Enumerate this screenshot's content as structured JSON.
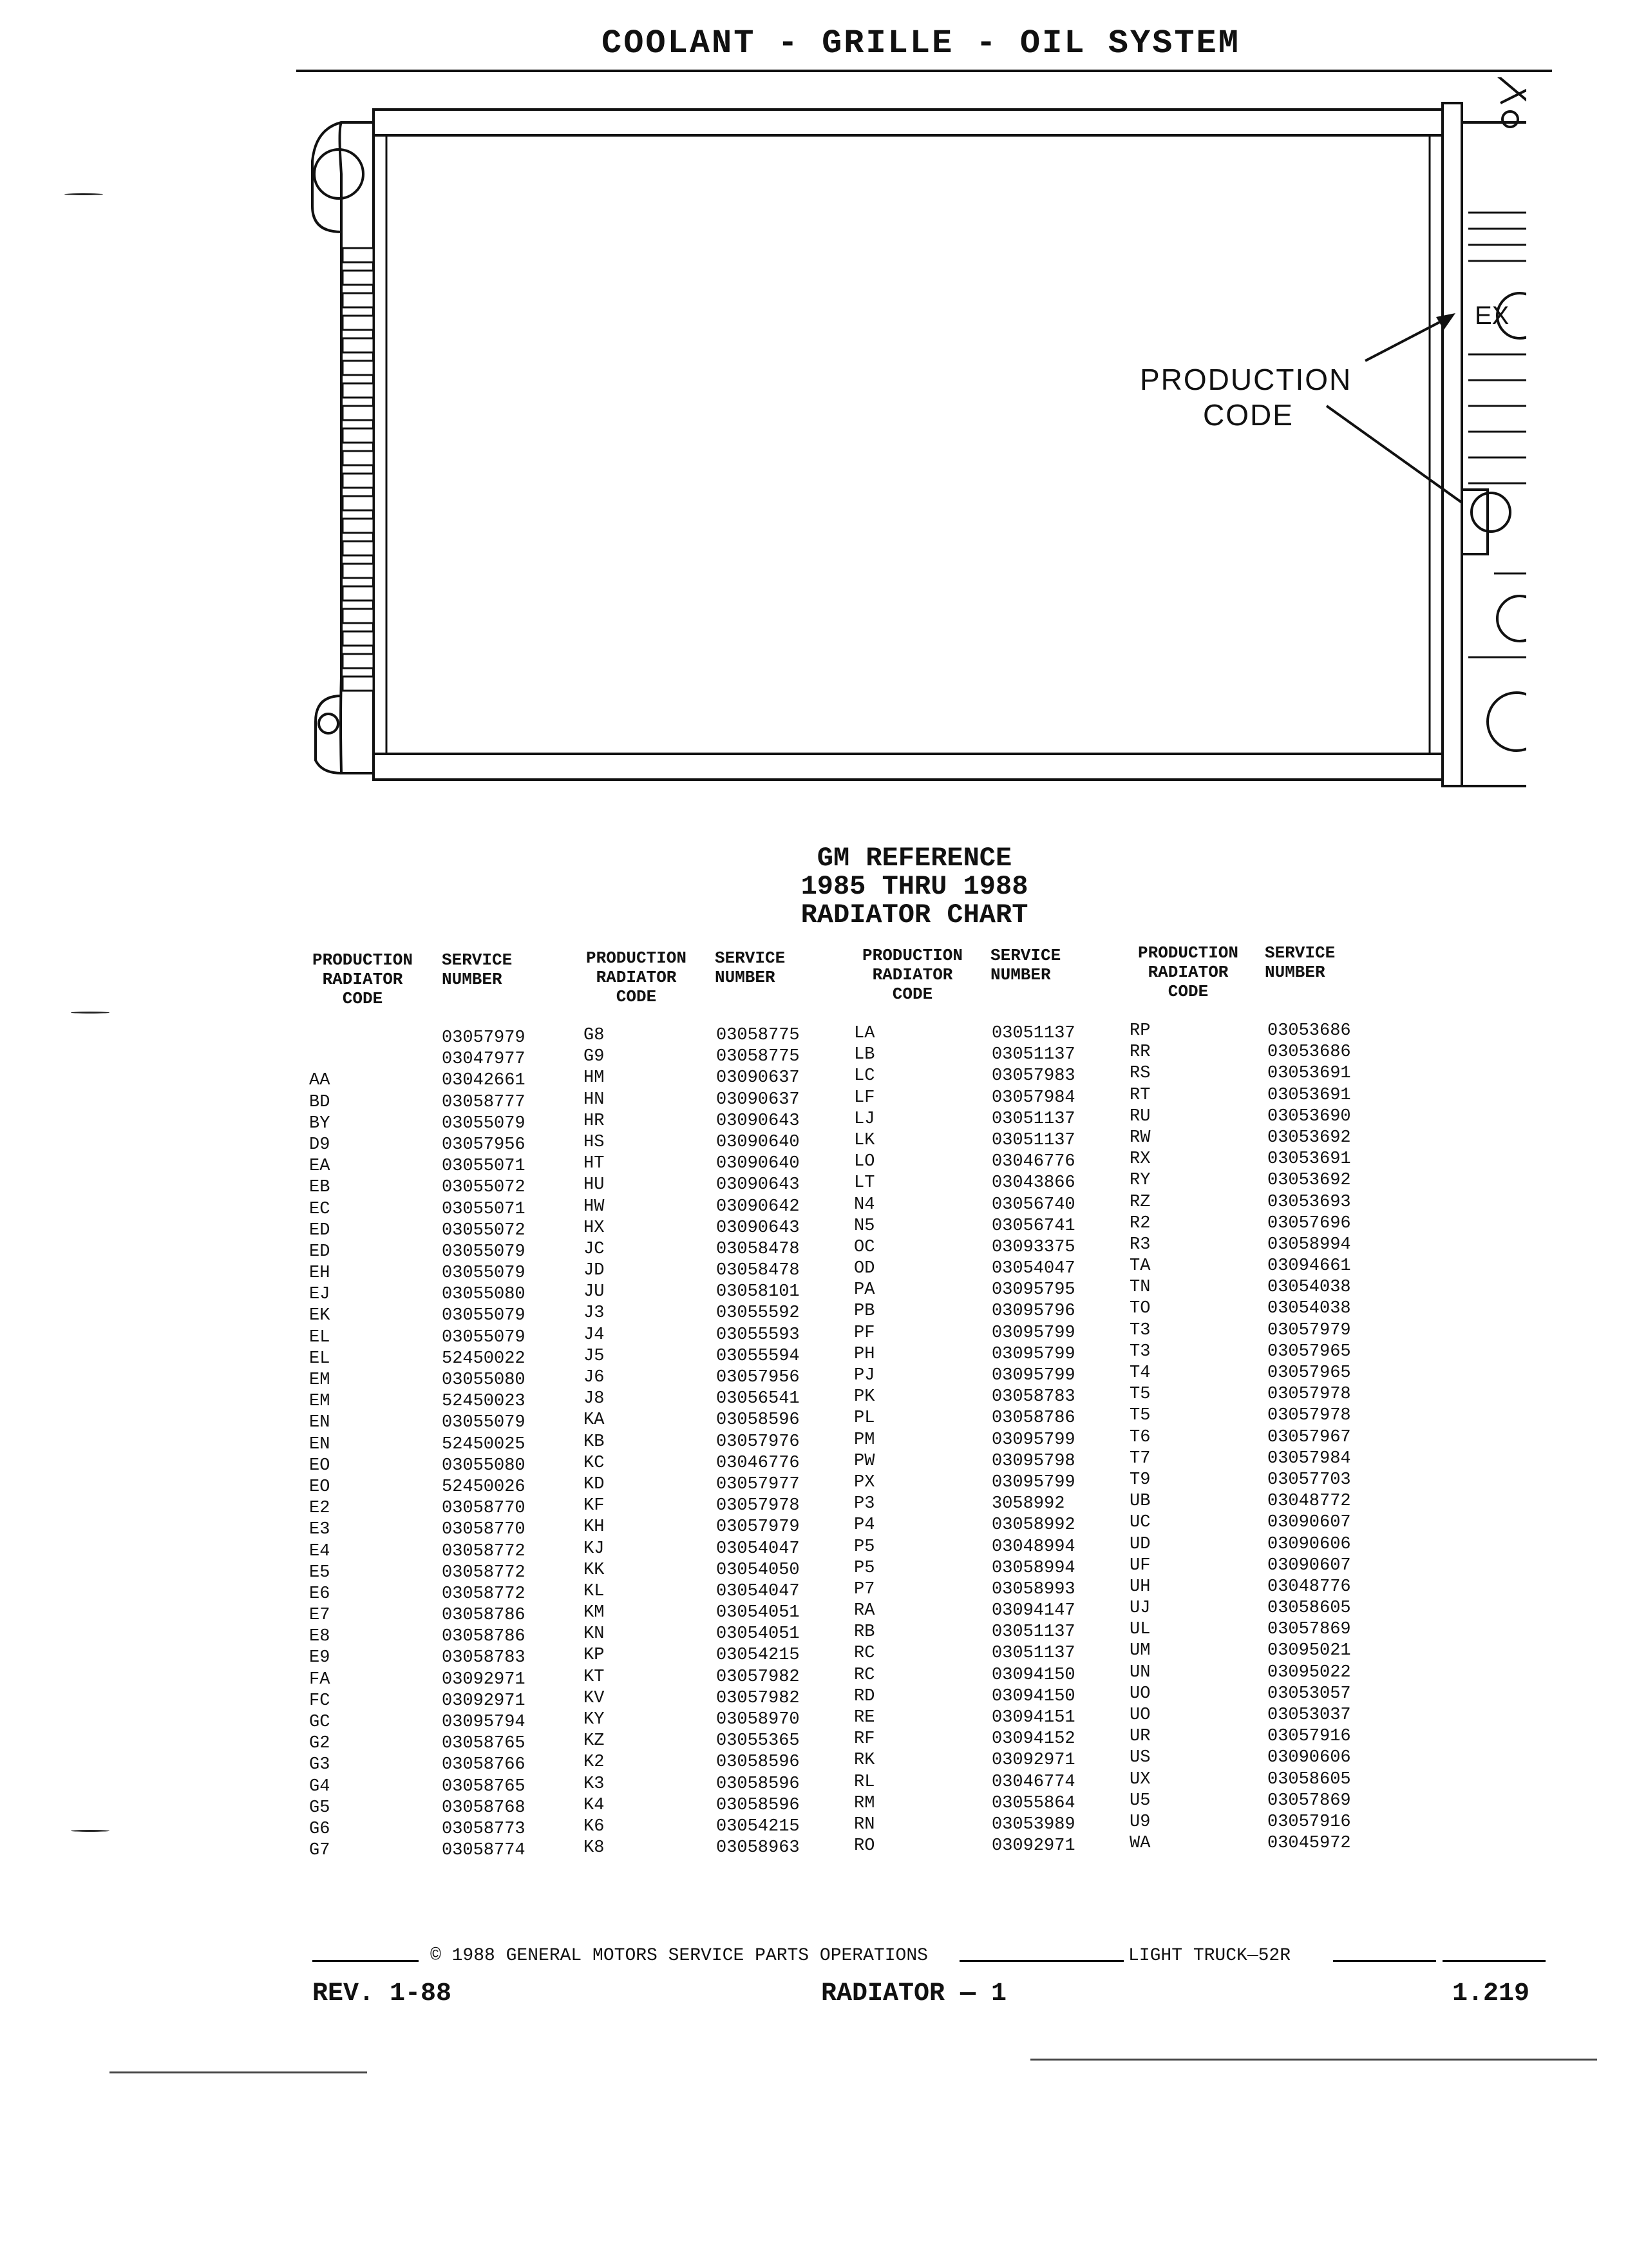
{
  "header": {
    "title": "COOLANT - GRILLE - OIL SYSTEM"
  },
  "diagram": {
    "callout_line1": "PRODUCTION",
    "callout_line2": "CODE",
    "ex_label": "EX"
  },
  "chart": {
    "title_line1": "GM REFERENCE",
    "title_line2": "1985 THRU 1988",
    "title_line3": "RADIATOR CHART"
  },
  "table": {
    "code_header": [
      "PRODUCTION",
      "RADIATOR",
      "CODE"
    ],
    "service_header": [
      "SERVICE",
      "NUMBER"
    ],
    "columns": [
      {
        "codes": [
          "",
          "",
          "AA",
          "BD",
          "BY",
          "D9",
          "EA",
          "EB",
          "EC",
          "ED",
          "ED",
          "EH",
          "EJ",
          "EK",
          "EL",
          "EL",
          "EM",
          "EM",
          "EN",
          "EN",
          "EO",
          "EO",
          "E2",
          "E3",
          "E4",
          "E5",
          "E6",
          "E7",
          "E8",
          "E9",
          "FA",
          "FC",
          "GC",
          "G2",
          "G3",
          "G4",
          "G5",
          "G6",
          "G7"
        ],
        "numbers": [
          "03057979",
          "03047977",
          "03042661",
          "03058777",
          "03055079",
          "03057956",
          "03055071",
          "03055072",
          "03055071",
          "03055072",
          "03055079",
          "03055079",
          "03055080",
          "03055079",
          "03055079",
          "52450022",
          "03055080",
          "52450023",
          "03055079",
          "52450025",
          "03055080",
          "52450026",
          "03058770",
          "03058770",
          "03058772",
          "03058772",
          "03058772",
          "03058786",
          "03058786",
          "03058783",
          "03092971",
          "03092971",
          "03095794",
          "03058765",
          "03058766",
          "03058765",
          "03058768",
          "03058773",
          "03058774"
        ]
      },
      {
        "codes": [
          "G8",
          "G9",
          "HM",
          "HN",
          "HR",
          "HS",
          "HT",
          "HU",
          "HW",
          "HX",
          "JC",
          "JD",
          "JU",
          "J3",
          "J4",
          "J5",
          "J6",
          "J8",
          "KA",
          "KB",
          "KC",
          "KD",
          "KF",
          "KH",
          "KJ",
          "KK",
          "KL",
          "KM",
          "KN",
          "KP",
          "KT",
          "KV",
          "KY",
          "KZ",
          "K2",
          "K3",
          "K4",
          "K6",
          "K8"
        ],
        "numbers": [
          "03058775",
          "03058775",
          "03090637",
          "03090637",
          "03090643",
          "03090640",
          "03090640",
          "03090643",
          "03090642",
          "03090643",
          "03058478",
          "03058478",
          "03058101",
          "03055592",
          "03055593",
          "03055594",
          "03057956",
          "03056541",
          "03058596",
          "03057976",
          "03046776",
          "03057977",
          "03057978",
          "03057979",
          "03054047",
          "03054050",
          "03054047",
          "03054051",
          "03054051",
          "03054215",
          "03057982",
          "03057982",
          "03058970",
          "03055365",
          "03058596",
          "03058596",
          "03058596",
          "03054215",
          "03058963"
        ]
      },
      {
        "codes": [
          "LA",
          "LB",
          "LC",
          "LF",
          "LJ",
          "LK",
          "LO",
          "LT",
          "N4",
          "N5",
          "OC",
          "OD",
          "PA",
          "PB",
          "PF",
          "PH",
          "PJ",
          "PK",
          "PL",
          "PM",
          "PW",
          "PX",
          "P3",
          "P4",
          "P5",
          "P5",
          "P7",
          "RA",
          "RB",
          "RC",
          "RC",
          "RD",
          "RE",
          "RF",
          "RK",
          "RL",
          "RM",
          "RN",
          "RO"
        ],
        "numbers": [
          "03051137",
          "03051137",
          "03057983",
          "03057984",
          "03051137",
          "03051137",
          "03046776",
          "03043866",
          "03056740",
          "03056741",
          "03093375",
          "03054047",
          "03095795",
          "03095796",
          "03095799",
          "03095799",
          "03095799",
          "03058783",
          "03058786",
          "03095799",
          "03095798",
          "03095799",
          "3058992",
          "03058992",
          "03048994",
          "03058994",
          "03058993",
          "03094147",
          "03051137",
          "03051137",
          "03094150",
          "03094150",
          "03094151",
          "03094152",
          "03092971",
          "03046774",
          "03055864",
          "03053989",
          "03092971"
        ]
      },
      {
        "codes": [
          "RP",
          "RR",
          "RS",
          "RT",
          "RU",
          "RW",
          "RX",
          "RY",
          "RZ",
          "R2",
          "R3",
          "TA",
          "TN",
          "TO",
          "T3",
          "T3",
          "T4",
          "T5",
          "T5",
          "T6",
          "T7",
          "T9",
          "UB",
          "UC",
          "UD",
          "UF",
          "UH",
          "UJ",
          "UL",
          "UM",
          "UN",
          "UO",
          "UO",
          "UR",
          "US",
          "UX",
          "U5",
          "U9",
          "WA"
        ],
        "numbers": [
          "03053686",
          "03053686",
          "03053691",
          "03053691",
          "03053690",
          "03053692",
          "03053691",
          "03053692",
          "03053693",
          "03057696",
          "03058994",
          "03094661",
          "03054038",
          "03054038",
          "03057979",
          "03057965",
          "03057965",
          "03057978",
          "03057978",
          "03057967",
          "03057984",
          "03057703",
          "03048772",
          "03090607",
          "03090606",
          "03090607",
          "03048776",
          "03058605",
          "03057869",
          "03095021",
          "03095022",
          "03053057",
          "03053037",
          "03057916",
          "03090606",
          "03058605",
          "03057869",
          "03057916",
          "03045972"
        ]
      }
    ]
  },
  "footer": {
    "copyright": "© 1988 GENERAL MOTORS SERVICE PARTS OPERATIONS",
    "model": "LIGHT TRUCK—52R",
    "rev": "REV. 1-88",
    "section": "RADIATOR — 1",
    "page": "1.219"
  }
}
